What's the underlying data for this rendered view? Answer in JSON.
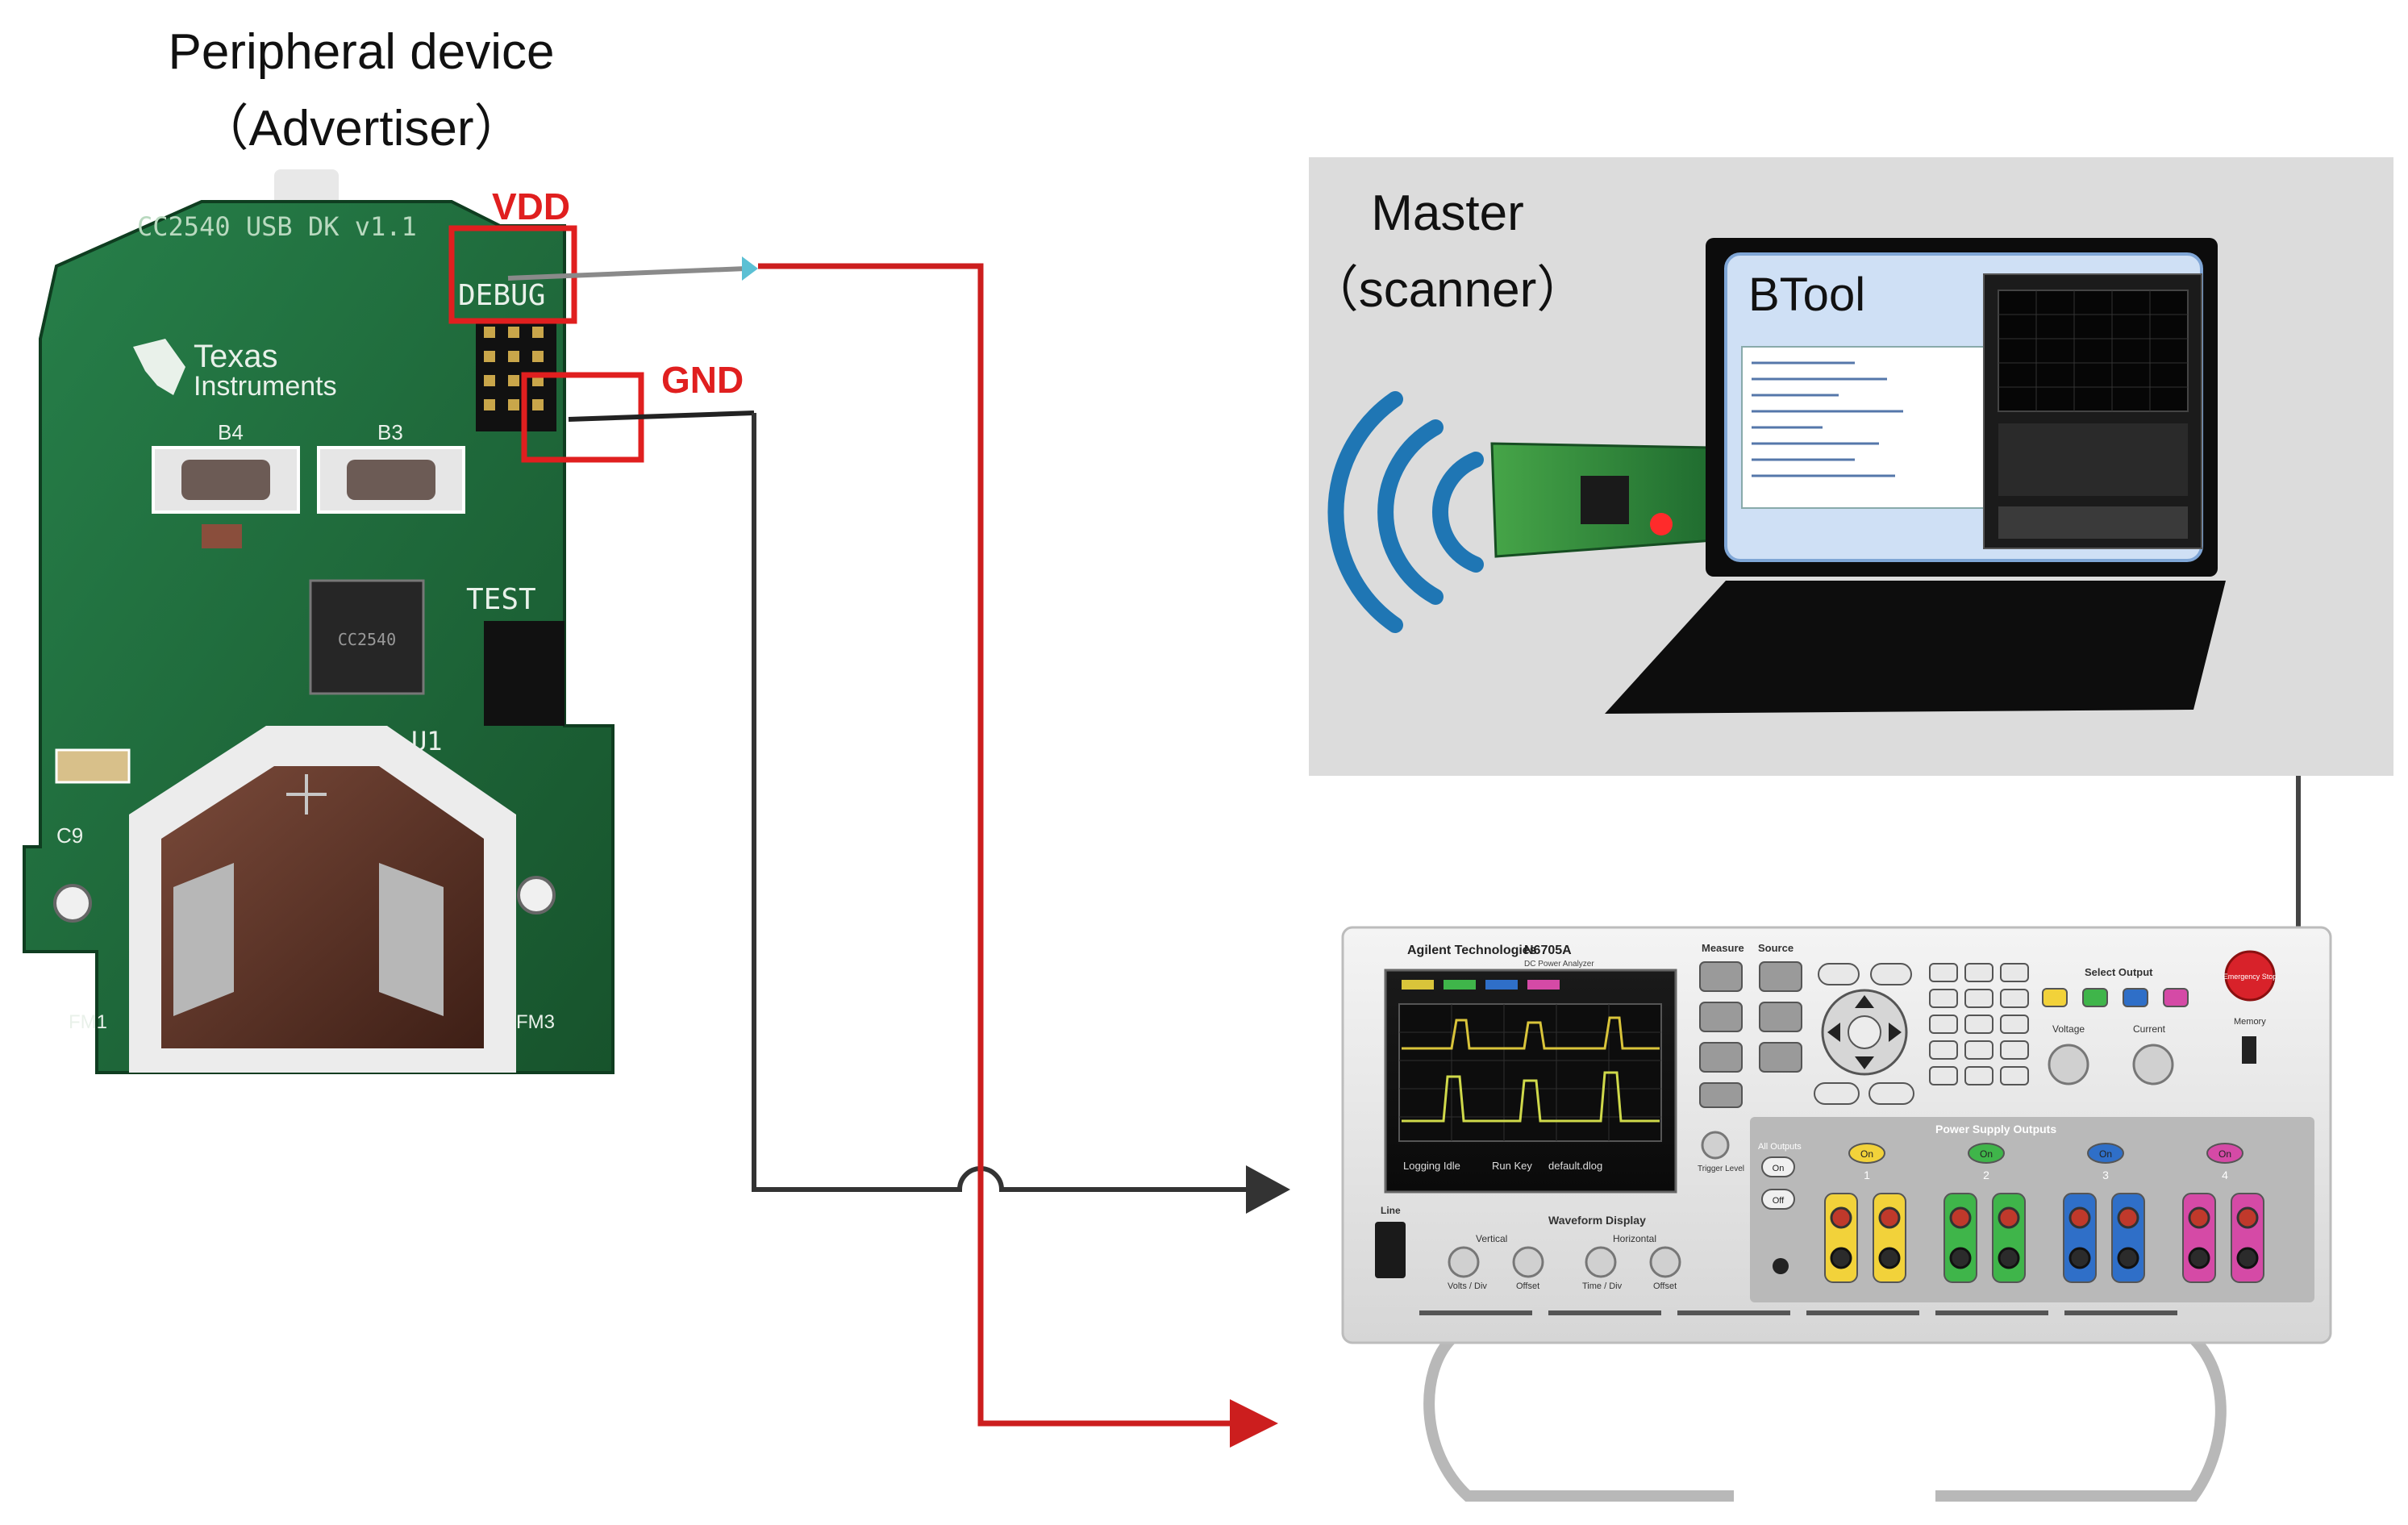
{
  "peripheral": {
    "title_line1": "Peripheral device",
    "title_line2": "（Advertiser）",
    "board_silkscreen": "CC2540 USB DK v1.1",
    "brand_line1": "Texas",
    "brand_line2": "Instruments",
    "debug_label": "DEBUG",
    "test_label": "TEST",
    "b4_label": "B4",
    "b3_label": "B3",
    "u1_label": "U1",
    "c9_label": "C9",
    "fm1_label": "FM1",
    "fm3_label": "FM3"
  },
  "pins": {
    "vdd": "VDD",
    "gnd": "GND"
  },
  "master": {
    "title_line1": "Master",
    "title_line2": "（scanner）",
    "app_name": "BTool"
  },
  "analyzer": {
    "brand": "Agilent Technologies",
    "model": "N6705A",
    "model_sub": "DC Power Analyzer",
    "status_logging": "Logging Idle",
    "status_runkey": "Run Key",
    "status_file": "default.dlog",
    "measure_label": "Measure",
    "source_label": "Source",
    "select_output_label": "Select Output",
    "voltage_label": "Voltage",
    "current_label": "Current",
    "memory_label": "Memory",
    "emergency_label": "Emergency Stop",
    "waveform_display_label": "Waveform Display",
    "vertical_label": "Vertical",
    "horizontal_label": "Horizontal",
    "volts_div_label": "Volts / Div",
    "offset_label": "Offset",
    "time_div_label": "Time / Div",
    "line_label": "Line",
    "trigger_label": "Trigger Level",
    "power_supply_outputs_label": "Power Supply Outputs",
    "all_outputs_label": "All Outputs",
    "on_label": "On",
    "off_label": "Off",
    "channels": [
      {
        "num": "1",
        "color": "#f2d23a"
      },
      {
        "num": "2",
        "color": "#3fb54a"
      },
      {
        "num": "3",
        "color": "#2f6fc8"
      },
      {
        "num": "4",
        "color": "#d54aa6"
      }
    ]
  },
  "colors": {
    "vdd_wire": "#cc1e1e",
    "gnd_wire": "#333333",
    "pcb_green": "#1f6b3a",
    "master_bg": "#dcdcdc",
    "btool_screen": "#cfe0f5",
    "label_red": "#e01f1f"
  },
  "icons": [
    "wireless-signal-icon",
    "arrow-right-icon"
  ]
}
